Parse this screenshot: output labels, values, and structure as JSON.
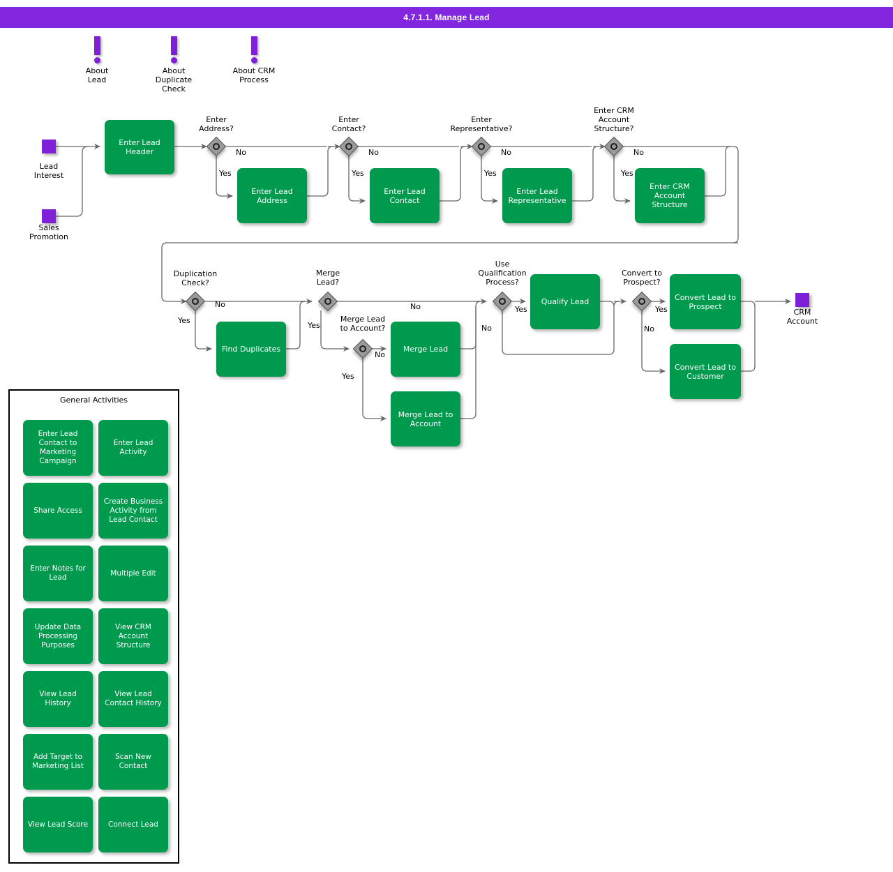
{
  "title": "4.7.1.1. Manage Lead",
  "notes": [
    {
      "name": "about-lead",
      "label": "About\nLead",
      "icon": "exclamation-icon"
    },
    {
      "name": "about-duplicate-check",
      "label": "About\nDuplicate\nCheck",
      "icon": "exclamation-icon"
    },
    {
      "name": "about-crm-process",
      "label": "About CRM\nProcess",
      "icon": "exclamation-icon"
    }
  ],
  "events": [
    {
      "name": "lead-interest",
      "label": "Lead\nInterest",
      "type": "start"
    },
    {
      "name": "sales-promotion",
      "label": "Sales\nPromotion",
      "type": "start"
    },
    {
      "name": "crm-account",
      "label": "CRM\nAccount",
      "type": "end"
    }
  ],
  "gateways": [
    {
      "name": "enter-address",
      "label": "Enter\nAddress?"
    },
    {
      "name": "enter-contact",
      "label": "Enter\nContact?"
    },
    {
      "name": "enter-representative",
      "label": "Enter\nRepresentative?"
    },
    {
      "name": "enter-crm-account-structure",
      "label": "Enter CRM\nAccount\nStructure?"
    },
    {
      "name": "duplication-check",
      "label": "Duplication\nCheck?"
    },
    {
      "name": "merge-lead",
      "label": "Merge\nLead?"
    },
    {
      "name": "merge-lead-to-account",
      "label": "Merge Lead\nto Account?"
    },
    {
      "name": "use-qualification-process",
      "label": "Use\nQualification\nProcess?"
    },
    {
      "name": "convert-to-prospect",
      "label": "Convert to\nProspect?"
    }
  ],
  "tasks": [
    {
      "name": "enter-lead-header",
      "label": "Enter Lead\nHeader"
    },
    {
      "name": "enter-lead-address",
      "label": "Enter Lead\nAddress"
    },
    {
      "name": "enter-lead-contact",
      "label": "Enter Lead\nContact"
    },
    {
      "name": "enter-lead-representative",
      "label": "Enter Lead\nRepresentative"
    },
    {
      "name": "enter-crm-account-structure",
      "label": "Enter CRM\nAccount\nStructure"
    },
    {
      "name": "find-duplicates",
      "label": "Find Duplicates"
    },
    {
      "name": "merge-lead",
      "label": "Merge Lead"
    },
    {
      "name": "merge-lead-to-account",
      "label": "Merge Lead to\nAccount"
    },
    {
      "name": "qualify-lead",
      "label": "Qualify Lead"
    },
    {
      "name": "convert-lead-to-prospect",
      "label": "Convert Lead to\nProspect"
    },
    {
      "name": "convert-lead-to-customer",
      "label": "Convert Lead to\nCustomer"
    }
  ],
  "flow_labels": {
    "yes": "Yes",
    "no": "No"
  },
  "general_activities": {
    "title": "General Activities",
    "items": [
      "Enter Lead\nContact to\nMarketing\nCampaign",
      "Enter Lead\nActivity",
      "Share Access",
      "Create Business\nActivity from\nLead Contact",
      "Enter Notes for\nLead",
      "Multiple Edit",
      "Update Data\nProcessing\nPurposes",
      "View CRM\nAccount\nStructure",
      "View Lead\nHistory",
      "View Lead\nContact History",
      "Add Target to\nMarketing List",
      "Scan New\nContact",
      "View Lead Score",
      "Connect Lead"
    ]
  },
  "colors": {
    "title_bar": "#8226e0",
    "task_green": "#009a4e",
    "event_purple": "#7f20d8",
    "gateway_gray": "#9a9a9a",
    "connector": "#666666"
  }
}
